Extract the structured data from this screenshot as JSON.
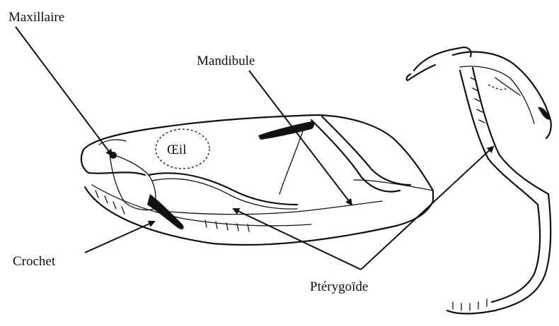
{
  "labels": {
    "maxillaire": "Maxillaire",
    "mandibule": "Mandibule",
    "oeil": "Œil",
    "crochet": "Crochet",
    "pterygoide": "Ptérygoïde"
  }
}
